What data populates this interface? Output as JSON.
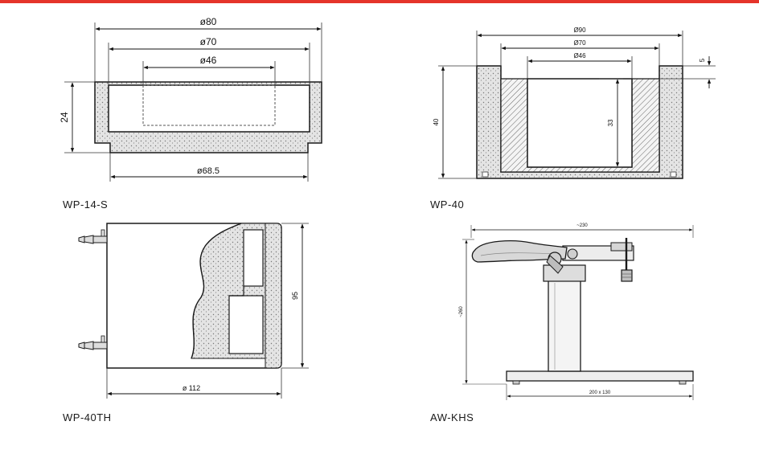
{
  "colors": {
    "accent_bar": "#e5342a",
    "line": "#1a1a1a",
    "hatch_fill": "#d6d6d6"
  },
  "models": {
    "wp14s": {
      "label": "WP-14-S",
      "dims": {
        "outer": "ø80",
        "inner": "ø70",
        "cavity": "ø46",
        "height": "24",
        "base": "ø68.5"
      }
    },
    "wp40": {
      "label": "WP-40",
      "dims": {
        "outer": "Ø90",
        "inner": "Ø70",
        "cavity": "Ø46",
        "height": "40",
        "depth": "33",
        "lip": "5"
      }
    },
    "wp40th": {
      "label": "WP-40TH",
      "dims": {
        "width": "ø 112",
        "height": "95"
      }
    },
    "awkhs": {
      "label": "AW-KHS",
      "dims": {
        "width": "~230",
        "height": "~260",
        "base": "200 x 130"
      }
    }
  }
}
